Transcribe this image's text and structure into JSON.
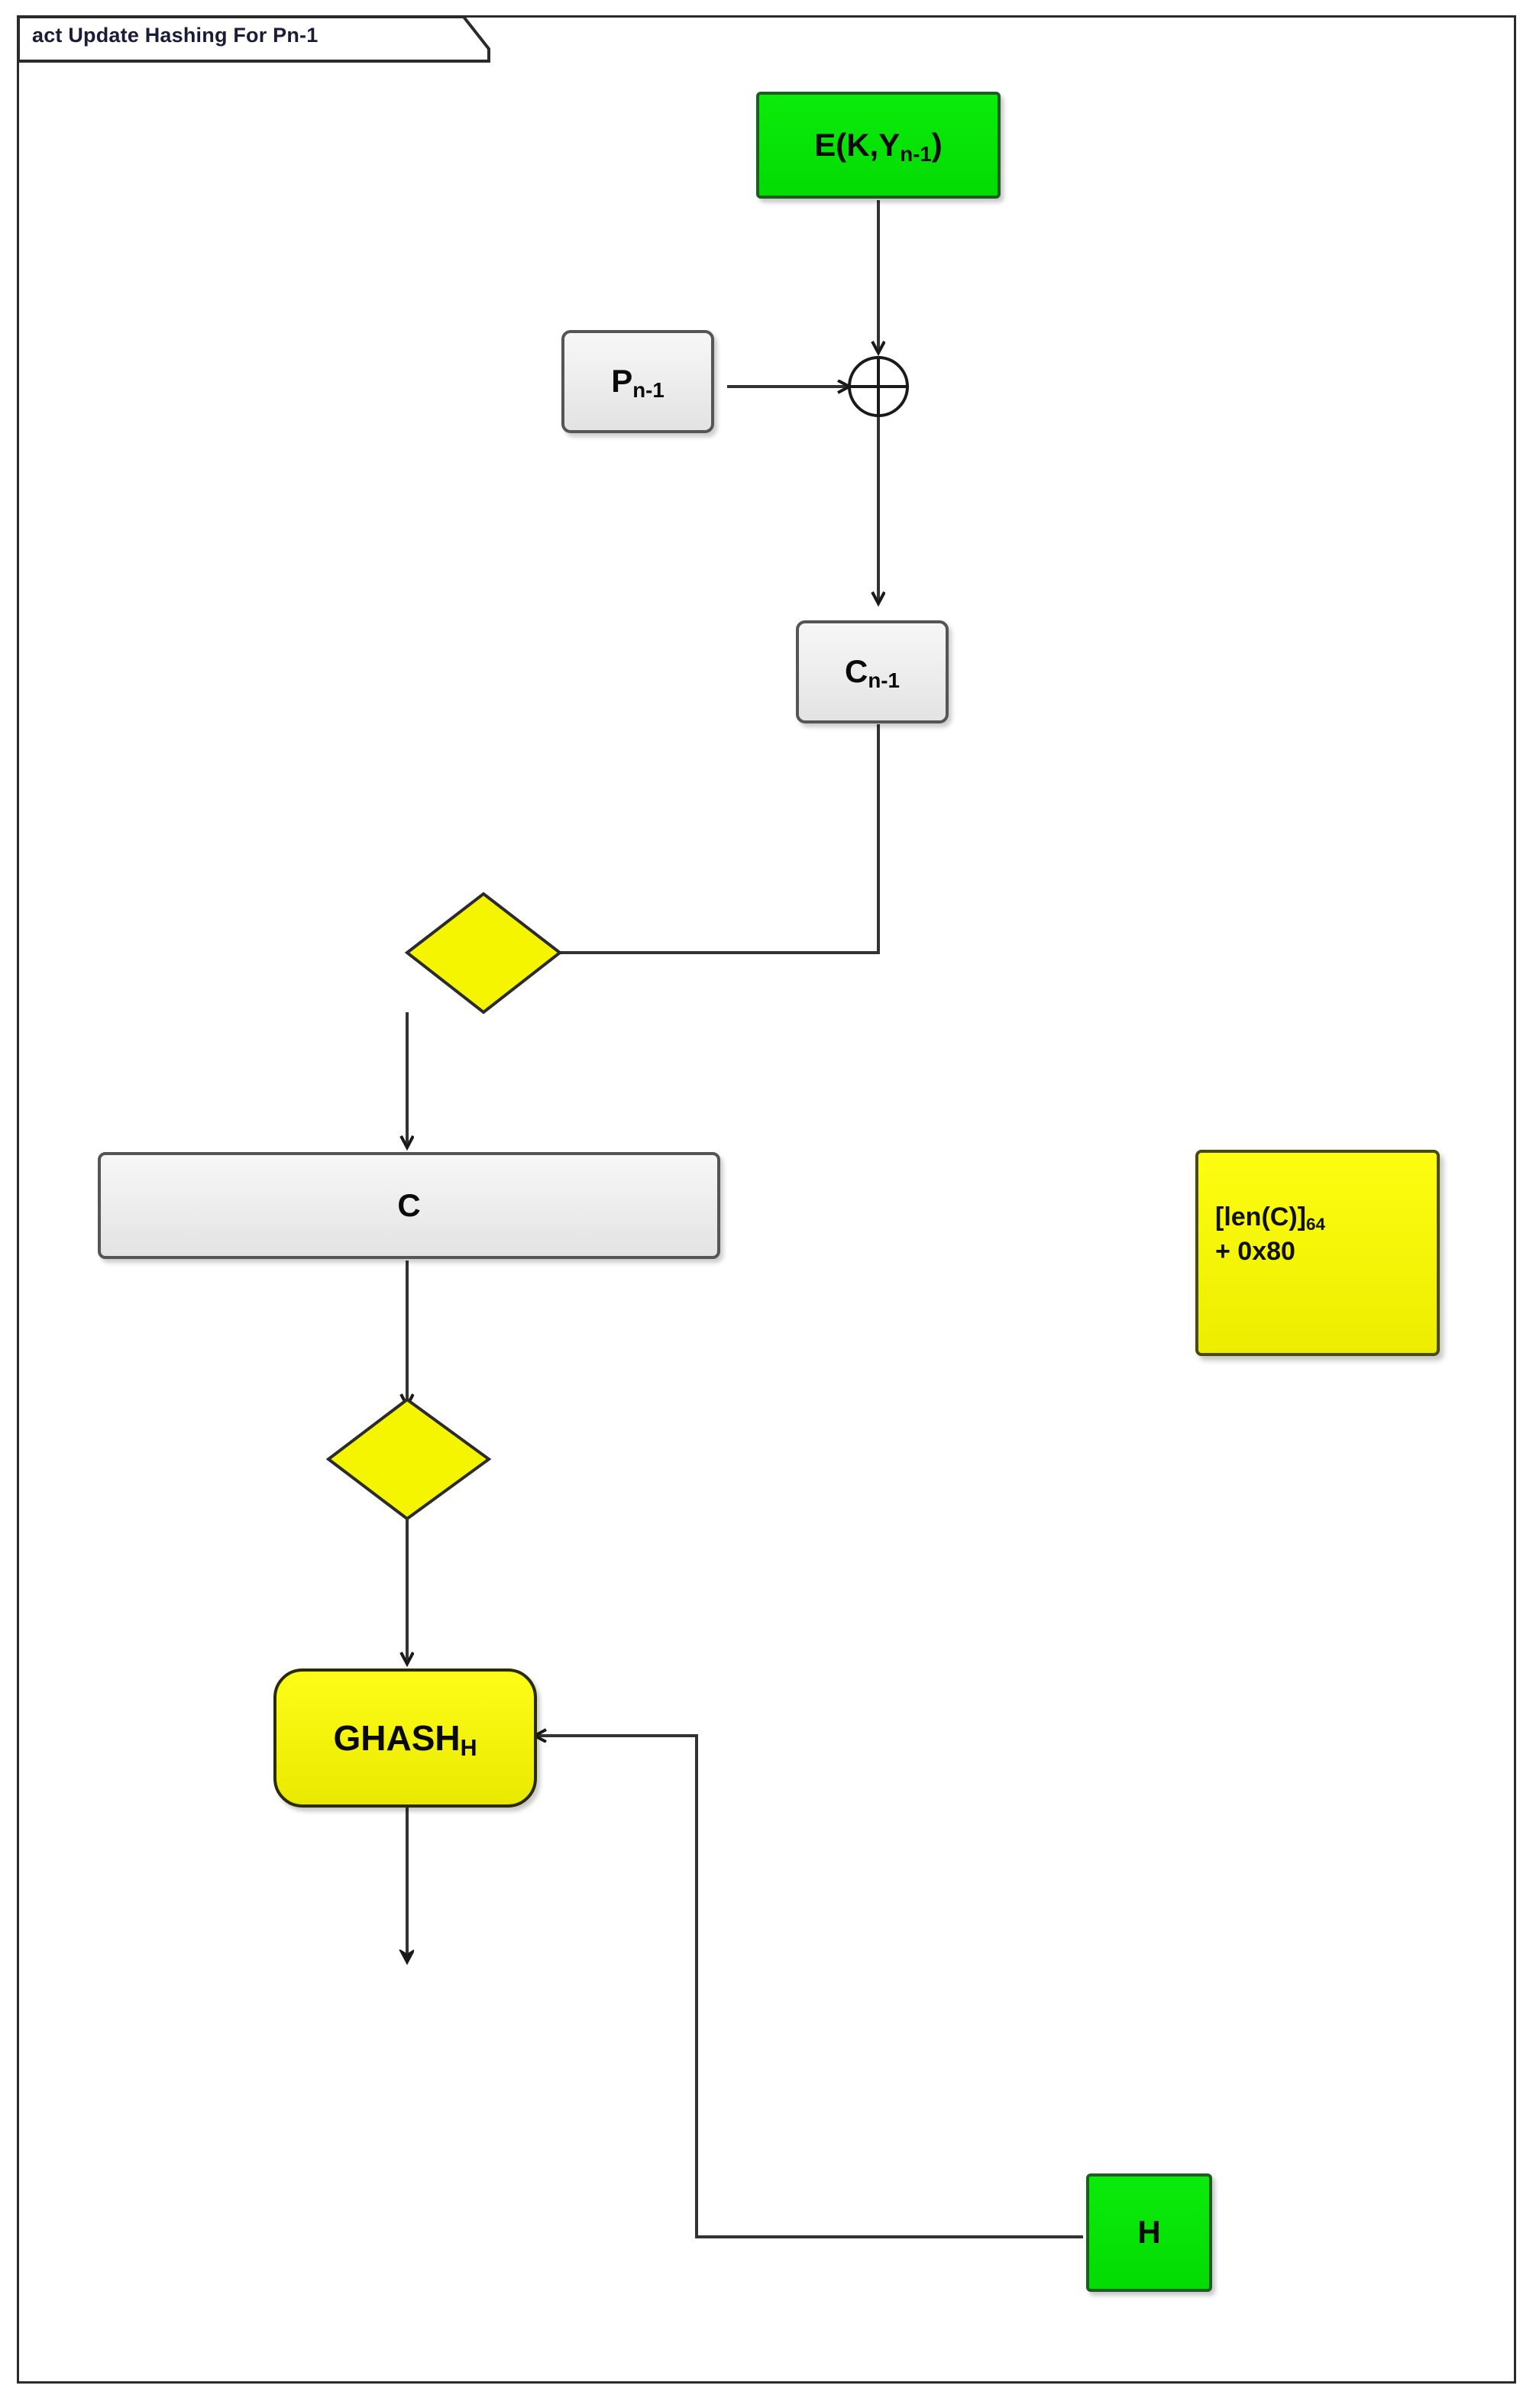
{
  "diagram": {
    "kind": "uml-activity-diagram",
    "frame_title": "act Update Hashing For Pn-1",
    "background": "#ffffff",
    "frame_border_color": "#2b2b2b",
    "colors": {
      "green_fill": "#07E007",
      "green_border": "#1b5e20",
      "yellow_fill": "#F5F500",
      "yellow_border": "#2b2b00",
      "grey_fill": "#ebebeb",
      "grey_border": "#555555",
      "edge_color": "#333333"
    }
  },
  "nodes": {
    "encrypt": {
      "id": "encrypt",
      "type": "object-node",
      "style": "green",
      "label_main": "E(K,Y",
      "label_sub": "n-1",
      "label_tail": ")",
      "label_plain": "E(K,Yn-1)"
    },
    "plaintext": {
      "id": "plaintext",
      "type": "object-node",
      "style": "grey",
      "label_main": "P",
      "label_sub": "n-1",
      "label_plain": "Pn-1"
    },
    "xor": {
      "id": "xor",
      "type": "xor-operator",
      "glyph": "circle-plus",
      "label_plain": ""
    },
    "ciphertext_block": {
      "id": "ciphertext_block",
      "type": "object-node",
      "style": "grey",
      "label_main": "C",
      "label_sub": "n-1",
      "label_plain": "Cn-1"
    },
    "merge_1": {
      "id": "merge_1",
      "type": "decision-merge-node",
      "style": "yellow-diamond",
      "label_plain": ""
    },
    "ciphertext_all": {
      "id": "ciphertext_all",
      "type": "object-node",
      "style": "grey-wide",
      "label_main": "C",
      "label_plain": "C"
    },
    "merge_2": {
      "id": "merge_2",
      "type": "decision-merge-node",
      "style": "yellow-diamond",
      "label_plain": ""
    },
    "ghash": {
      "id": "ghash",
      "type": "action-node",
      "style": "yellow-rounded",
      "label_main": "GHASH",
      "label_sub": "H",
      "label_plain": "GHASHH"
    },
    "hash_key": {
      "id": "hash_key",
      "type": "object-node",
      "style": "green",
      "label_main": "H",
      "label_plain": "H"
    },
    "note_len": {
      "id": "note_len",
      "type": "note-node",
      "style": "yellow-note",
      "line1_main": "[len(C)]",
      "line1_sub": "64",
      "line2": "+ 0x80",
      "label_plain": "[len(C)]64 + 0x80"
    }
  },
  "edges": [
    {
      "id": "e1",
      "from": "encrypt",
      "to": "xor",
      "arrow": "open",
      "direction": "down"
    },
    {
      "id": "e2",
      "from": "plaintext",
      "to": "xor",
      "arrow": "open",
      "direction": "right"
    },
    {
      "id": "e3",
      "from": "xor",
      "to": "ciphertext_block",
      "arrow": "open",
      "direction": "down"
    },
    {
      "id": "e4",
      "from": "ciphertext_block",
      "to": "merge_1",
      "arrow": "open",
      "direction": "left"
    },
    {
      "id": "e5",
      "from": "merge_1",
      "to": "ciphertext_all",
      "arrow": "open",
      "direction": "down"
    },
    {
      "id": "e6",
      "from": "ciphertext_all",
      "to": "merge_2",
      "arrow": "open",
      "direction": "down"
    },
    {
      "id": "e7",
      "from": "merge_2",
      "to": "ghash",
      "arrow": "open",
      "direction": "down"
    },
    {
      "id": "e8",
      "from": "hash_key",
      "to": "ghash",
      "arrow": "open",
      "direction": "left-up"
    },
    {
      "id": "e9",
      "from": "ghash",
      "to": "",
      "arrow": "solid",
      "direction": "down"
    }
  ]
}
